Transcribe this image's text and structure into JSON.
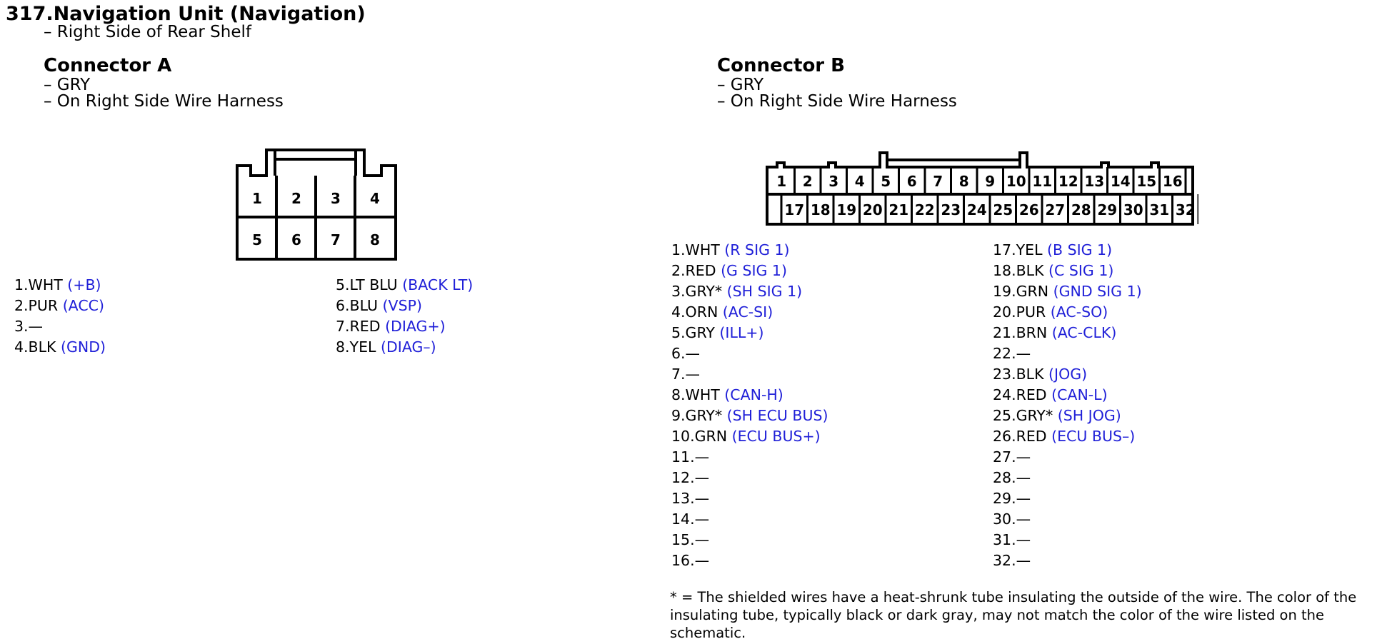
{
  "header": {
    "title": "317.Navigation Unit (Navigation)",
    "location": "– Right Side of Rear Shelf"
  },
  "connector_a": {
    "title": "Connector A",
    "color_line": "– GRY",
    "location_line": "– On Right Side Wire Harness",
    "diagram_rows": [
      [
        "1",
        "2",
        "3",
        "4"
      ],
      [
        "5",
        "6",
        "7",
        "8"
      ]
    ],
    "pins_col1": [
      {
        "wire": "1.WHT",
        "func": "(+B)"
      },
      {
        "wire": "2.PUR",
        "func": "(ACC)"
      },
      {
        "wire": "3.—",
        "func": ""
      },
      {
        "wire": "4.BLK",
        "func": "(GND)"
      }
    ],
    "pins_col2": [
      {
        "wire": "5.LT BLU",
        "func": "(BACK LT)"
      },
      {
        "wire": "6.BLU",
        "func": "(VSP)"
      },
      {
        "wire": "7.RED",
        "func": "(DIAG+)"
      },
      {
        "wire": "8.YEL",
        "func": "(DIAG–)"
      }
    ]
  },
  "connector_b": {
    "title": "Connector B",
    "color_line": "– GRY",
    "location_line": "– On Right Side Wire Harness",
    "diagram_row1": [
      "1",
      "2",
      "3",
      "4",
      "5",
      "6",
      "7",
      "8",
      "9",
      "10",
      "11",
      "12",
      "13",
      "14",
      "15",
      "16"
    ],
    "diagram_row2": [
      "17",
      "18",
      "19",
      "20",
      "21",
      "22",
      "23",
      "24",
      "25",
      "26",
      "27",
      "28",
      "29",
      "30",
      "31",
      "32"
    ],
    "pins_col1": [
      {
        "wire": "1.WHT",
        "func": "(R SIG 1)"
      },
      {
        "wire": "2.RED",
        "func": "(G SIG 1)"
      },
      {
        "wire": "3.GRY*",
        "func": "(SH SIG 1)"
      },
      {
        "wire": "4.ORN",
        "func": "(AC-SI)"
      },
      {
        "wire": "5.GRY",
        "func": "(ILL+)"
      },
      {
        "wire": "6.—",
        "func": ""
      },
      {
        "wire": "7.—",
        "func": ""
      },
      {
        "wire": "8.WHT",
        "func": "(CAN-H)"
      },
      {
        "wire": "9.GRY*",
        "func": "(SH ECU BUS)"
      },
      {
        "wire": "10.GRN",
        "func": "(ECU BUS+)"
      },
      {
        "wire": "11.—",
        "func": ""
      },
      {
        "wire": "12.—",
        "func": ""
      },
      {
        "wire": "13.—",
        "func": ""
      },
      {
        "wire": "14.—",
        "func": ""
      },
      {
        "wire": "15.—",
        "func": ""
      },
      {
        "wire": "16.—",
        "func": ""
      }
    ],
    "pins_col2": [
      {
        "wire": "17.YEL",
        "func": "(B SIG 1)"
      },
      {
        "wire": "18.BLK",
        "func": "(C SIG 1)"
      },
      {
        "wire": "19.GRN",
        "func": "(GND SIG 1)"
      },
      {
        "wire": "20.PUR",
        "func": "(AC-SO)"
      },
      {
        "wire": "21.BRN",
        "func": "(AC-CLK)"
      },
      {
        "wire": "22.—",
        "func": ""
      },
      {
        "wire": "23.BLK",
        "func": "(JOG)"
      },
      {
        "wire": "24.RED",
        "func": "(CAN-L)"
      },
      {
        "wire": "25.GRY*",
        "func": "(SH JOG)"
      },
      {
        "wire": "26.RED",
        "func": "(ECU BUS–)"
      },
      {
        "wire": "27.—",
        "func": ""
      },
      {
        "wire": "28.—",
        "func": ""
      },
      {
        "wire": "29.—",
        "func": ""
      },
      {
        "wire": "30.—",
        "func": ""
      },
      {
        "wire": "31.—",
        "func": ""
      },
      {
        "wire": "32.—",
        "func": ""
      }
    ]
  },
  "note": "* = The shielded wires have a heat-shrunk tube insulating the outside of the wire. The color of the insulating tube, typically black or dark gray, may not match the color of the wire listed on the schematic.",
  "colors": {
    "function_text": "#2020d8",
    "text": "#000000"
  }
}
